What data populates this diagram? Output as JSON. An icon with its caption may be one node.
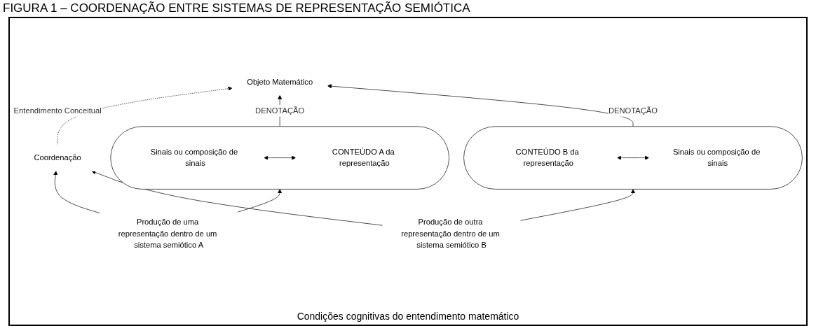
{
  "diagram": {
    "title": "FIGURA 1 – COORDENAÇÃO ENTRE SISTEMAS DE REPRESENTAÇÃO SEMIÓTICA",
    "nodes": [
      {
        "text": [
          "Objeto Matemático"
        ]
      },
      {
        "text": [],
        "shape": "ellipse"
      },
      {
        "text": [
          "Sinais ou composição de sinais"
        ],
        "in": 1
      },
      {
        "text": [
          "CONTEÚDO A da representação"
        ],
        "in": 1
      },
      {
        "text": [],
        "shape": "ellipse"
      },
      {
        "text": [
          "CONTEÚDO B da representação"
        ],
        "in": 4
      },
      {
        "text": [
          "Sinais ou composição de sinais"
        ],
        "in": 4
      },
      {
        "text": [
          "Produção de uma representação dentro de um sistema semiótico A"
        ]
      },
      {
        "text": [
          "Produção de outra representação dentro de um sistema semiótico B"
        ]
      },
      {
        "text": [
          "Coordenação"
        ]
      }
    ],
    "edges": [
      {
        "from": 1,
        "to": 0,
        "arrow": "to",
        "label": "DENOTAÇÃO"
      },
      {
        "from": 4,
        "to": 0,
        "arrow": "to",
        "label": "DENOTAÇÃO"
      },
      {
        "from": 2,
        "to": 3,
        "arrow": "both"
      },
      {
        "from": 5,
        "to": 6,
        "arrow": "both"
      },
      {
        "from": 7,
        "to": 1,
        "arrow": "to"
      },
      {
        "from": 8,
        "to": 4,
        "arrow": "to"
      },
      {
        "from": 7,
        "to": 9,
        "arrow": "to"
      },
      {
        "from": 8,
        "to": 9,
        "arrow": "to"
      },
      {
        "from": 9,
        "to": 0,
        "arrow": "to",
        "style": "dashed",
        "label": "Entendimento Conceitual"
      }
    ],
    "labels": [
      "Condições cognitivas do entendimento matemático"
    ]
  }
}
